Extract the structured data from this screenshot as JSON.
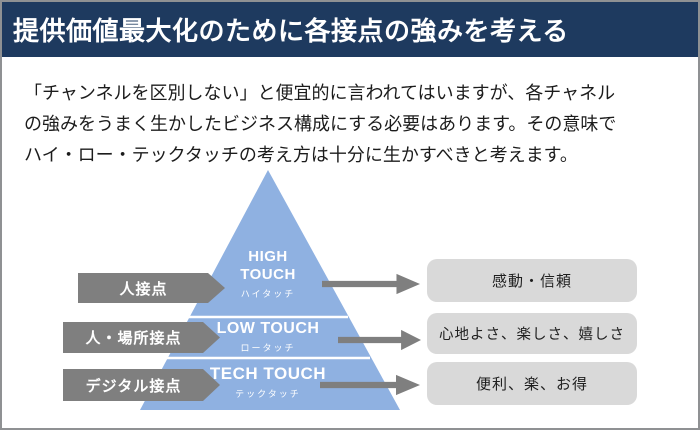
{
  "colors": {
    "header_navy": "#1e3a5f",
    "pyramid_blue": "#8fb1e1",
    "arrow_gray": "#7f7f7f",
    "box_gray": "#d9d9d9"
  },
  "slide": {
    "title": "提供価値最大化のために各接点の強みを考える",
    "paragraph_lines": [
      "「チャンネルを区別しない」と便宜的に言われてはいますが、各チャネル",
      "の強みをうまく生かしたビジネス構成にする必要はあります。その意味で",
      "ハイ・ロー・テックタッチの考え方は十分に生かすべきと考えます。"
    ]
  },
  "pyramid": {
    "levels": [
      {
        "en_lines": [
          "HIGH",
          "TOUCH"
        ],
        "jp": "ハイタッチ",
        "touchpoint": "人接点",
        "value": "感動・信頼"
      },
      {
        "en_lines": [
          "LOW TOUCH"
        ],
        "jp": "ロータッチ",
        "touchpoint": "人・場所接点",
        "value": "心地よさ、楽しさ、嬉しさ"
      },
      {
        "en_lines": [
          "TECH TOUCH"
        ],
        "jp": "テックタッチ",
        "touchpoint": "デジタル接点",
        "value": "便利、楽、お得"
      }
    ]
  }
}
